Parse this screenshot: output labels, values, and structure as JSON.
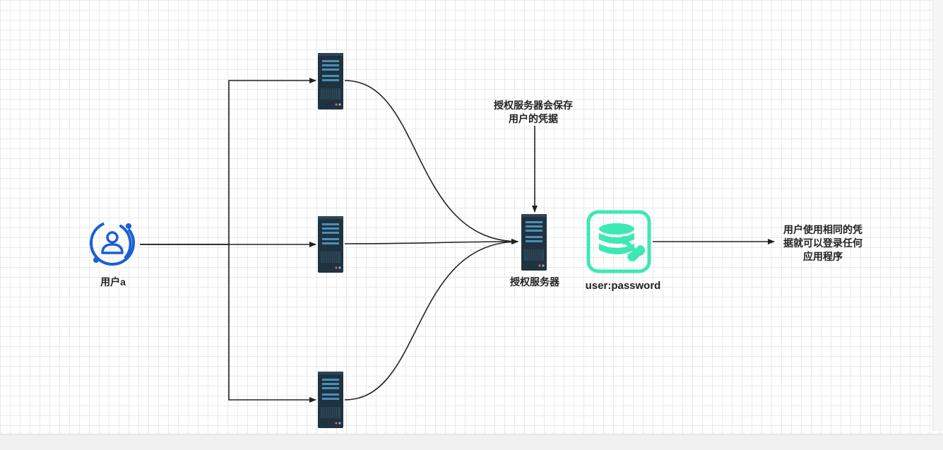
{
  "nodes": {
    "user": {
      "label": "用户a",
      "icon": "user-circle-icon"
    },
    "auth_server": {
      "label": "授权服务器",
      "icon": "server-icon"
    },
    "credential_db": {
      "label": "user:password",
      "icon": "database-wrench-icon"
    },
    "servers": [
      {
        "icon": "server-icon"
      },
      {
        "icon": "server-icon"
      },
      {
        "icon": "server-icon"
      }
    ]
  },
  "notes": {
    "store": "授权服务器会保存\n用户的凭据",
    "reuse": "用户使用相同的凭\n据就可以登录任何\n应用程序"
  },
  "colors": {
    "user_icon": "#1a5fd6",
    "server_body": "#20323f",
    "server_slot": "#4a8fb8",
    "db_icon": "#3de8b4",
    "edge": "#222222"
  }
}
